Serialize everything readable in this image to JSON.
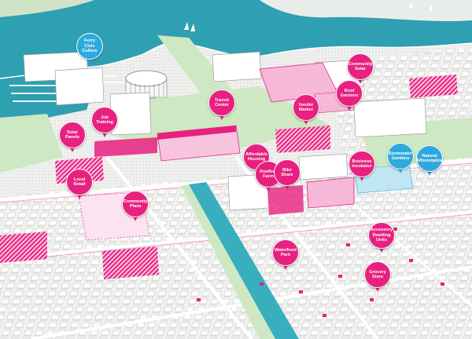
{
  "colors": {
    "water": "#2f9fb2",
    "land": "#f3f3f1",
    "block": "#e4e4e2",
    "green": "#cde8c2",
    "program": "#e8207f",
    "program_light": "#f6b8d8",
    "infrastructure": "#2ea9dd",
    "road": "#d7d7d7"
  },
  "labels": [
    {
      "id": "cultural-station",
      "text": "Ferry\nCivic\nCulture",
      "type": "infrastructure"
    },
    {
      "id": "community-solar",
      "text": "Community\nSolar",
      "type": "program"
    },
    {
      "id": "roof-gardens",
      "text": "Roof\nGardens",
      "type": "program"
    },
    {
      "id": "job-training",
      "text": "Job\nTraining",
      "type": "program"
    },
    {
      "id": "transit-center",
      "text": "Transit\nCenter",
      "type": "program"
    },
    {
      "id": "vendor-market",
      "text": "Vendor\nMarket",
      "type": "program"
    },
    {
      "id": "solar-panels",
      "text": "Solar\nPanels",
      "type": "program"
    },
    {
      "id": "affordable-housing",
      "text": "Affordable\nHousing",
      "type": "program"
    },
    {
      "id": "rooftop-farm",
      "text": "Rooftop\nFarm",
      "type": "program"
    },
    {
      "id": "bike-share",
      "text": "Bike\nShare",
      "type": "program"
    },
    {
      "id": "business-incubator",
      "text": "Business\nIncubator",
      "type": "program"
    },
    {
      "id": "natural-afforestation",
      "text": "Natural\nAfforestation",
      "type": "infrastructure"
    },
    {
      "id": "stormwater-gardens",
      "text": "Stormwater\nGardens",
      "type": "infrastructure"
    },
    {
      "id": "local-retail",
      "text": "Local\nRetail",
      "type": "program"
    },
    {
      "id": "community-plaza",
      "text": "Community\nPlaza",
      "type": "program"
    },
    {
      "id": "accessory-dwelling-units",
      "text": "Accessory\nDwelling\nUnits",
      "type": "program"
    },
    {
      "id": "waterfront-park",
      "text": "Waterfront\nPark",
      "type": "program"
    },
    {
      "id": "grocery-store",
      "text": "Grocery\nStore",
      "type": "program"
    }
  ]
}
